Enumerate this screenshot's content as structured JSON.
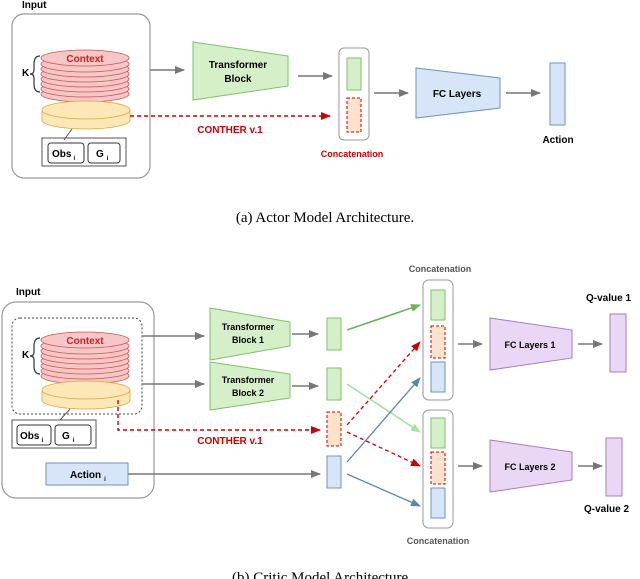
{
  "actor": {
    "input_label": "Input",
    "k_label": "K",
    "context_label": "Context",
    "obs_label": "Obs",
    "obs_sub": "i",
    "g_label": "G",
    "g_sub": "i",
    "transformer_line1": "Transformer",
    "transformer_line2": "Block",
    "conther_label": "CONTHER v.1",
    "concat_label": "Concatenation",
    "fc_label": "FC Layers",
    "action_label": "Action",
    "caption": "(a)  Actor Model Architecture."
  },
  "critic": {
    "input_label": "Input",
    "k_label": "K",
    "context_label": "Context",
    "obs_label": "Obs",
    "obs_sub": "i",
    "g_label": "G",
    "g_sub": "i",
    "action_label": "Action",
    "action_sub": "i",
    "tb1_line1": "Transformer",
    "tb1_line2": "Block 1",
    "tb2_line1": "Transformer",
    "tb2_line2": "Block 2",
    "conther_label": "CONTHER v.1",
    "concat_top_label": "Concatenation",
    "concat_bottom_label": "Concatenation",
    "fc1_label": "FC Layers 1",
    "fc2_label": "FC Layers 2",
    "q1_label": "Q-value 1",
    "q2_label": "Q-value 2",
    "caption": "(b)  Critic Model Architecture."
  },
  "colors": {
    "context_red": "#f7c6c6",
    "context_stroke": "#cc5555",
    "obs_yellow": "#fde7b6",
    "green_fill": "#d5f0c8",
    "green_stroke": "#7fbf6a",
    "blue_fill": "#d6e6f8",
    "blue_stroke": "#6f93c0",
    "purple_fill": "#ead7f5",
    "purple_stroke": "#a47cc0",
    "orange_fill": "#fde3cc",
    "red_dash": "#cc0000"
  }
}
